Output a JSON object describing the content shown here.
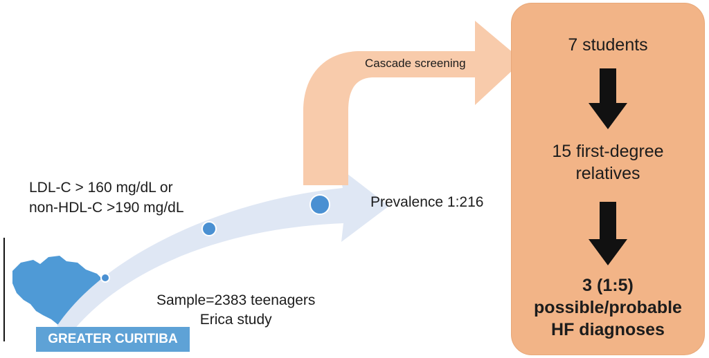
{
  "criteria": {
    "line1": "LDL-C > 160 mg/dL or",
    "line2": "non-HDL-C >190 mg/dL"
  },
  "cascade_label": "Cascade screening",
  "prevalence_label": "Prevalence 1:216",
  "sample": {
    "line1": "Sample=2383 teenagers",
    "line2": "Erica study"
  },
  "region_label": "GREATER CURITIBA",
  "outcomes": {
    "students": "7 students",
    "relatives_line1": "15 first-degree",
    "relatives_line2": "relatives",
    "diagnoses_line1": "3 (1:5)",
    "diagnoses_line2": "possible/probable",
    "diagnoses_line3": "HF diagnoses"
  },
  "colors": {
    "blue_arrow": "#dfe7f4",
    "blue_marker": "#4a90d2",
    "map": "#4f9ad6",
    "region_label_bg": "#5ea2d6",
    "cascade_arrow": "#f8cbab",
    "outcome_box": "#f2b487",
    "down_arrow": "#111111"
  }
}
